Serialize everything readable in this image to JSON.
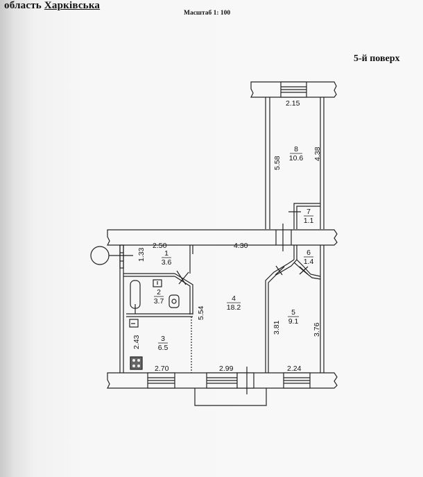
{
  "header": {
    "region_prefix": "область",
    "region_name": "Харківська",
    "scale_label": "Масштаб 1: 100",
    "floor_label": "5-й поверх"
  },
  "rooms": [
    {
      "number": "1",
      "area": "3.6"
    },
    {
      "number": "2",
      "area": "3.7"
    },
    {
      "number": "3",
      "area": "6.5"
    },
    {
      "number": "4",
      "area": "18.2"
    },
    {
      "number": "5",
      "area": "9.1"
    },
    {
      "number": "6",
      "area": "1.4"
    },
    {
      "number": "7",
      "area": "1.1"
    },
    {
      "number": "8",
      "area": "10.6"
    }
  ],
  "dimensions": {
    "d_2_15": "2.15",
    "d_5_58": "5.58",
    "d_4_38": "4.38",
    "d_2_50": "2.50",
    "d_4_30": "4.30",
    "d_1_33": "1.33",
    "d_5_54": "5.54",
    "d_2_43": "2.43",
    "d_3_81": "3.81",
    "d_3_76": "3.76",
    "d_2_70": "2.70",
    "d_2_99": "2.99",
    "d_2_24": "2.24"
  },
  "colors": {
    "line": "#222222",
    "paper": "#f8f8f8"
  }
}
